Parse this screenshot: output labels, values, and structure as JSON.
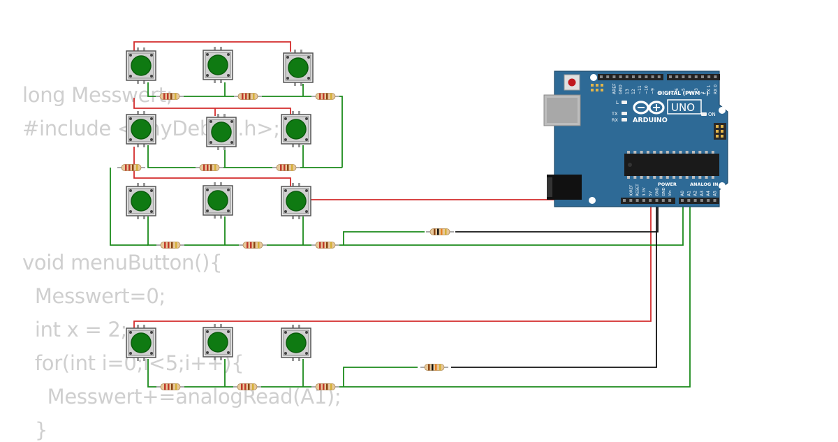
{
  "code_lines": [
    "long Messwert;",
    "#include <AnyDebug.h>;",
    "void menuButton(){",
    "  Messwert=0;",
    "  int x = 2;",
    "  for(int i=0;i<5;i++){",
    "    Messwert+=analogRead(A1);",
    "  }"
  ],
  "arduino": {
    "brand": "ARDUINO",
    "model": "UNO",
    "digital_label": "DIGITAL (PWM ~)",
    "power_label": "POWER",
    "analog_label": "ANALOG IN",
    "on_label": "ON",
    "l_label": "L",
    "tx_label": "TX",
    "rx_label": "RX",
    "digital_pins": [
      "AREF",
      "GND",
      "13",
      "12",
      "~11",
      "~10",
      "~9",
      "8",
      "7",
      "~6",
      "~5",
      "4",
      "~3",
      "2",
      "TX 1",
      "RX 0"
    ],
    "power_pins": [
      "IOREF",
      "RESET",
      "3.3V",
      "5V",
      "GND",
      "GND",
      "Vin"
    ],
    "analog_pins": [
      "A0",
      "A1",
      "A2",
      "A3",
      "A4",
      "A5"
    ]
  },
  "colors": {
    "board": "#2e6a96",
    "wire_red": "#d32b2b",
    "wire_green": "#1b8a1b",
    "wire_black": "#111111",
    "button_cap": "#0f7a12",
    "code_text": "#cfcfcf"
  }
}
